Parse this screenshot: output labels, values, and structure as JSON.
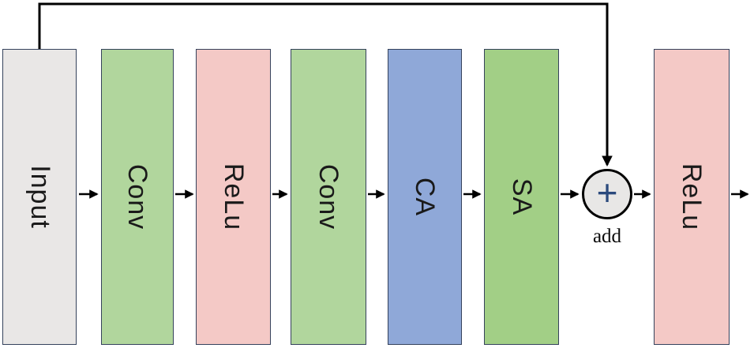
{
  "diagram": {
    "title": "residual-attention-block-flow",
    "blocks": [
      {
        "label": "Input",
        "color": "#e9e7e6"
      },
      {
        "label": "Conv",
        "color": "#b1d69d"
      },
      {
        "label": "ReLu",
        "color": "#f4c9c6"
      },
      {
        "label": "Conv",
        "color": "#b1d69d"
      },
      {
        "label": "CA",
        "color": "#8fa8d8"
      },
      {
        "label": "SA",
        "color": "#a2cf86"
      },
      {
        "label": "ReLu",
        "color": "#f4c9c6"
      }
    ],
    "add_node": {
      "symbol": "+",
      "label": "add",
      "fill": "#e8e7e6",
      "symbol_color": "#2b4a7d"
    },
    "line_color": "#000000"
  }
}
